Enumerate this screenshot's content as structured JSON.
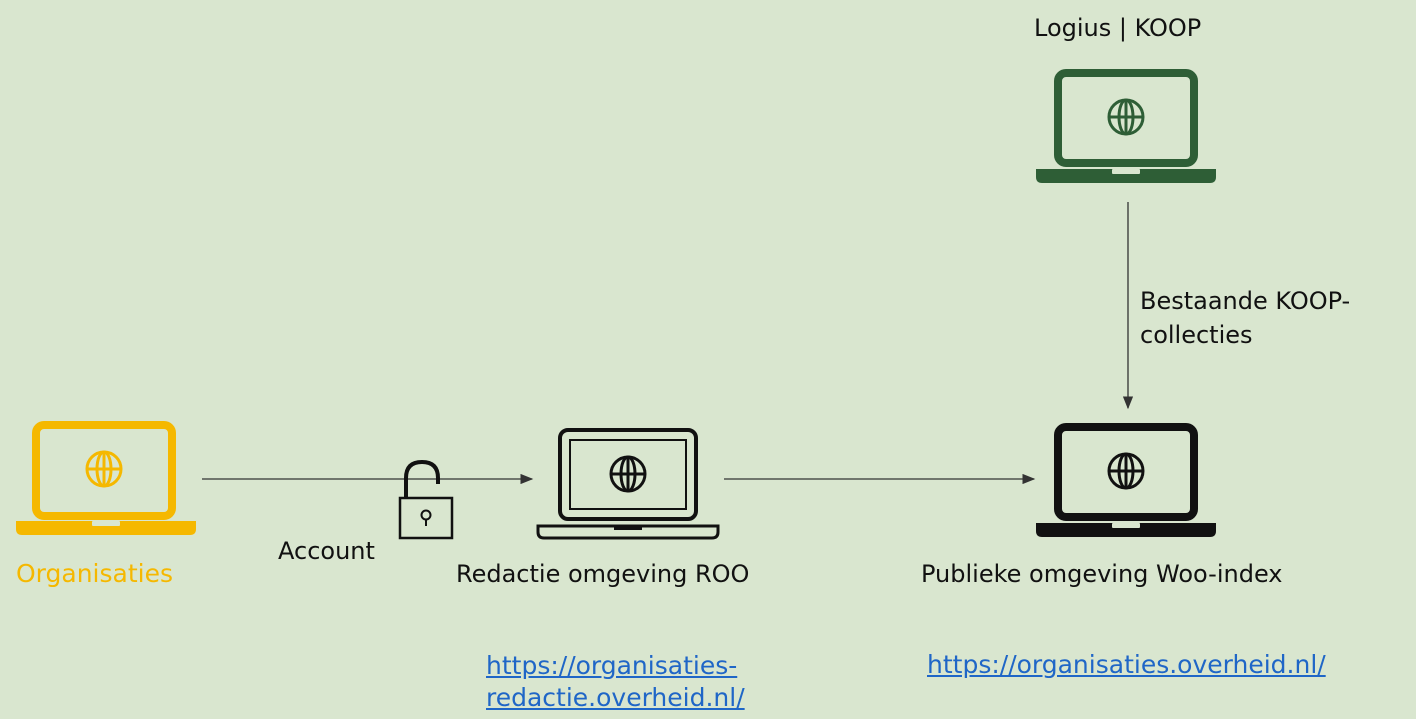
{
  "nodes": {
    "organisaties": {
      "label": "Organisaties",
      "color": "#f5b800"
    },
    "roo": {
      "label": "Redactie omgeving ROO",
      "url_line1": "https://organisaties-",
      "url_line2": "redactie.overheid.nl/",
      "color": "#111111"
    },
    "woo": {
      "label": "Publieke omgeving Woo-index",
      "url": "https://organisaties.overheid.nl/",
      "color": "#111111"
    },
    "koop": {
      "label": "Logius | KOOP",
      "color": "#2e5e36"
    }
  },
  "edges": {
    "account_label": "Account",
    "koop_line1": "Bestaande KOOP-",
    "koop_line2": "collecties"
  },
  "colors": {
    "background": "#d9e6cf",
    "link": "#1f66c7",
    "arrow": "#333333"
  },
  "icons": [
    "laptop-globe-icon",
    "padlock-icon"
  ]
}
